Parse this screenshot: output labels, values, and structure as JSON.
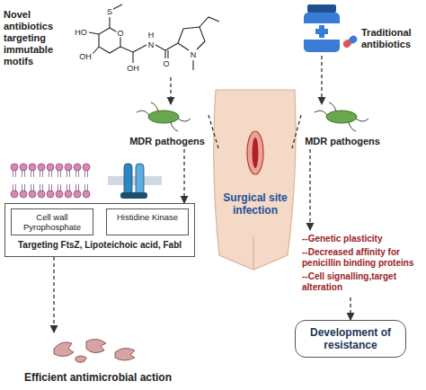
{
  "diagram": {
    "nodes": [
      {
        "text": [
          "Novel antibiotics targeting immutable motifs"
        ]
      },
      {
        "text": [
          "Traditional antibiotics"
        ]
      },
      {
        "text": [
          "MDR pathogens"
        ]
      },
      {
        "text": [
          "MDR pathogens"
        ]
      },
      {
        "text": [
          "Surgical site infection"
        ]
      },
      {
        "text": [
          "Targeting FtsZ, Lipoteichoic acid, FabI"
        ]
      },
      {
        "text": [
          "Cell wall Pyrophosphate"
        ],
        "in": 5
      },
      {
        "text": [
          "Histidine Kinase"
        ],
        "in": 5
      },
      {
        "text": [
          "Efficient antimicrobial action"
        ]
      },
      {
        "text": [
          "--Genetic plasticity",
          "--Decreased affinity for penicillin binding proteins",
          "--Cell signalling,target alteration"
        ]
      },
      {
        "text": [
          "Development of resistance"
        ]
      }
    ],
    "edges": [
      {
        "from": 0,
        "to": 2,
        "arrow": "to"
      },
      {
        "from": 1,
        "to": 3,
        "arrow": "to"
      },
      {
        "from": 2,
        "to": 4,
        "arrow": "none"
      },
      {
        "from": 3,
        "to": 4,
        "arrow": "none"
      },
      {
        "from": 2,
        "to": 5,
        "arrow": "to"
      },
      {
        "from": 5,
        "to": 8,
        "arrow": "to"
      },
      {
        "from": 3,
        "to": 9,
        "arrow": "to"
      },
      {
        "from": 9,
        "to": 10,
        "arrow": "to"
      }
    ],
    "labels": [
      "S",
      "HO",
      "O",
      "OH",
      "OH",
      "H",
      "N",
      "O",
      "N"
    ]
  }
}
